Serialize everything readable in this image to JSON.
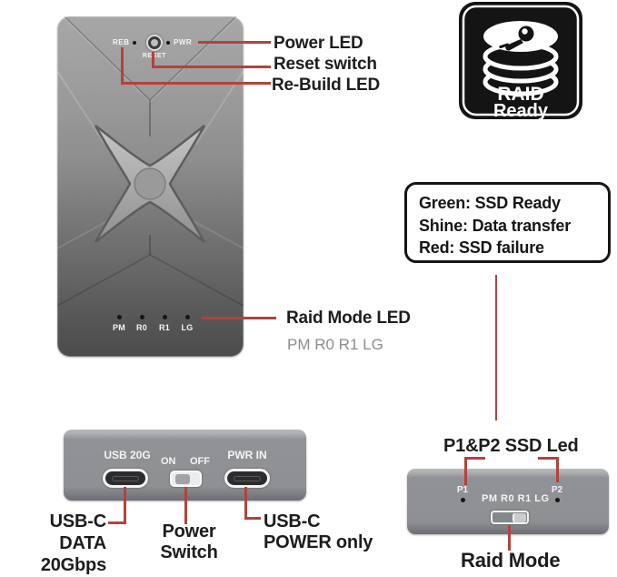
{
  "colors": {
    "annotation_red": "#b5423c",
    "label_black": "#1d1d1f",
    "device_gray": "#8f9196",
    "badge_black": "#141414",
    "subtitle_gray": "#8d8d8d"
  },
  "front_panel": {
    "reb_label": "REB",
    "reset_label": "RESET",
    "pwr_label": "PWR",
    "raid_leds": [
      "PM",
      "R0",
      "R1",
      "LG"
    ]
  },
  "top_annotations": {
    "power_led": "Power LED",
    "reset_switch": "Reset switch",
    "rebuild_led": "Re-Build LED"
  },
  "raid_badge": {
    "line1": "RAID",
    "line2": "Ready"
  },
  "status_box": {
    "lines": [
      "Green: SSD Ready",
      "Shine: Data transfer",
      "Red: SSD failure"
    ]
  },
  "raid_mode_annotation": {
    "title": "Raid Mode LED",
    "subtitle": "PM R0 R1 LG"
  },
  "bottom_panel": {
    "usb_port_label": "USB 20G",
    "on_label": "ON",
    "off_label": "OFF",
    "pwr_port_label": "PWR IN"
  },
  "bottom_annotations": {
    "usb_data_line1": "USB-C DATA",
    "usb_data_line2": "20Gbps",
    "power_switch_line1": "Power",
    "power_switch_line2": "Switch",
    "usb_power_line1": "USB-C",
    "usb_power_line2": "POWER only"
  },
  "side_panel": {
    "p1_label": "P1",
    "p2_label": "P2",
    "leds_label": "PM R0 R1 LG"
  },
  "side_annotations": {
    "ssd_led": "P1&P2 SSD Led",
    "raid_mode": "Raid Mode"
  }
}
